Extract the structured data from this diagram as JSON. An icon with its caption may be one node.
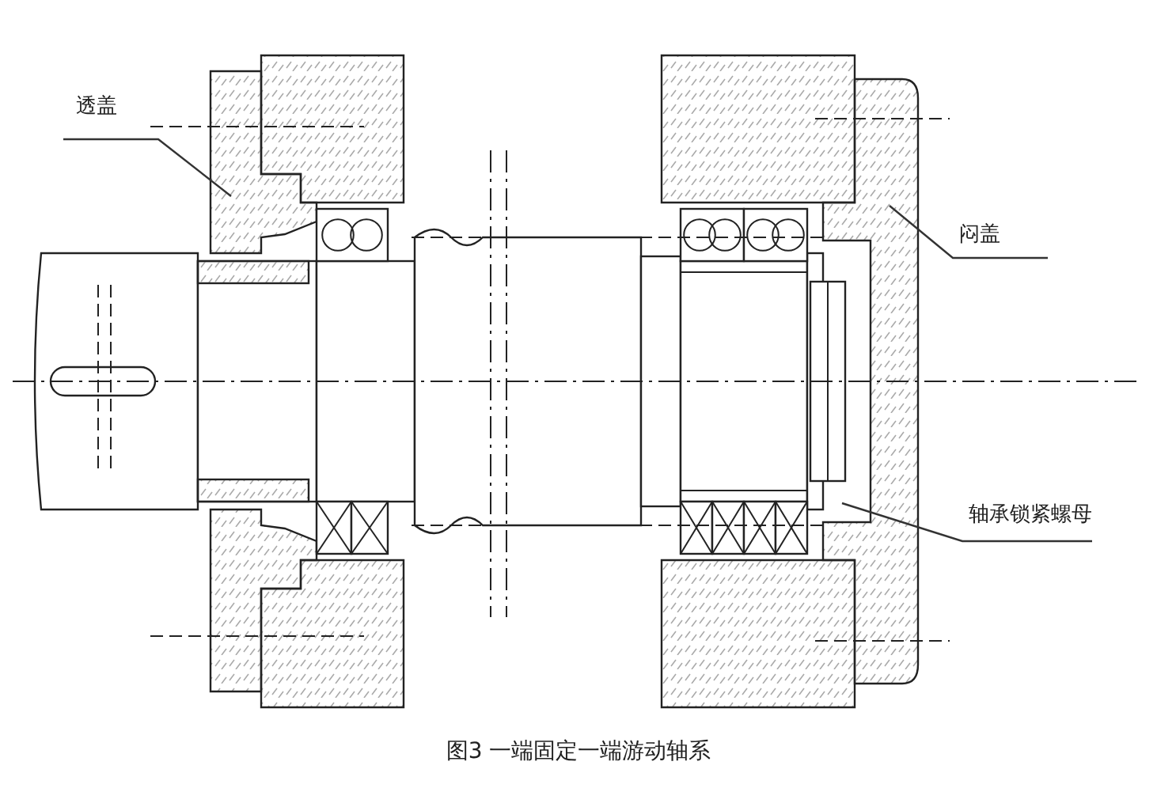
{
  "diagram": {
    "caption": "图3 一端固定一端游动轴系",
    "nodes": [
      {
        "text": [
          "透盖"
        ]
      },
      {
        "text": [
          "闷盖"
        ]
      },
      {
        "text": [
          "轴承锁紧螺母"
        ]
      }
    ],
    "edges": [
      {
        "from": 0,
        "to": null,
        "arrow": "none"
      },
      {
        "from": 1,
        "to": null,
        "arrow": "none"
      },
      {
        "from": 2,
        "to": null,
        "arrow": "none"
      }
    ]
  }
}
